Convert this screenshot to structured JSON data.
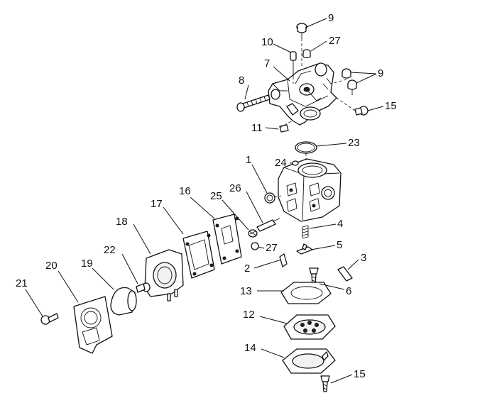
{
  "callouts": [
    {
      "id": "9a",
      "text": "9"
    },
    {
      "id": "10",
      "text": "10"
    },
    {
      "id": "27a",
      "text": "27"
    },
    {
      "id": "7",
      "text": "7"
    },
    {
      "id": "8",
      "text": "8"
    },
    {
      "id": "9b",
      "text": "9"
    },
    {
      "id": "15a",
      "text": "15"
    },
    {
      "id": "11",
      "text": "11"
    },
    {
      "id": "23",
      "text": "23"
    },
    {
      "id": "1",
      "text": "1"
    },
    {
      "id": "24",
      "text": "24"
    },
    {
      "id": "16",
      "text": "16"
    },
    {
      "id": "26",
      "text": "26"
    },
    {
      "id": "25",
      "text": "25"
    },
    {
      "id": "17",
      "text": "17"
    },
    {
      "id": "4",
      "text": "4"
    },
    {
      "id": "18",
      "text": "18"
    },
    {
      "id": "27b",
      "text": "27"
    },
    {
      "id": "5",
      "text": "5"
    },
    {
      "id": "22",
      "text": "22"
    },
    {
      "id": "3",
      "text": "3"
    },
    {
      "id": "20",
      "text": "20"
    },
    {
      "id": "19",
      "text": "19"
    },
    {
      "id": "2",
      "text": "2"
    },
    {
      "id": "21",
      "text": "21"
    },
    {
      "id": "13",
      "text": "13"
    },
    {
      "id": "6",
      "text": "6"
    },
    {
      "id": "12",
      "text": "12"
    },
    {
      "id": "14",
      "text": "14"
    },
    {
      "id": "15b",
      "text": "15"
    }
  ]
}
